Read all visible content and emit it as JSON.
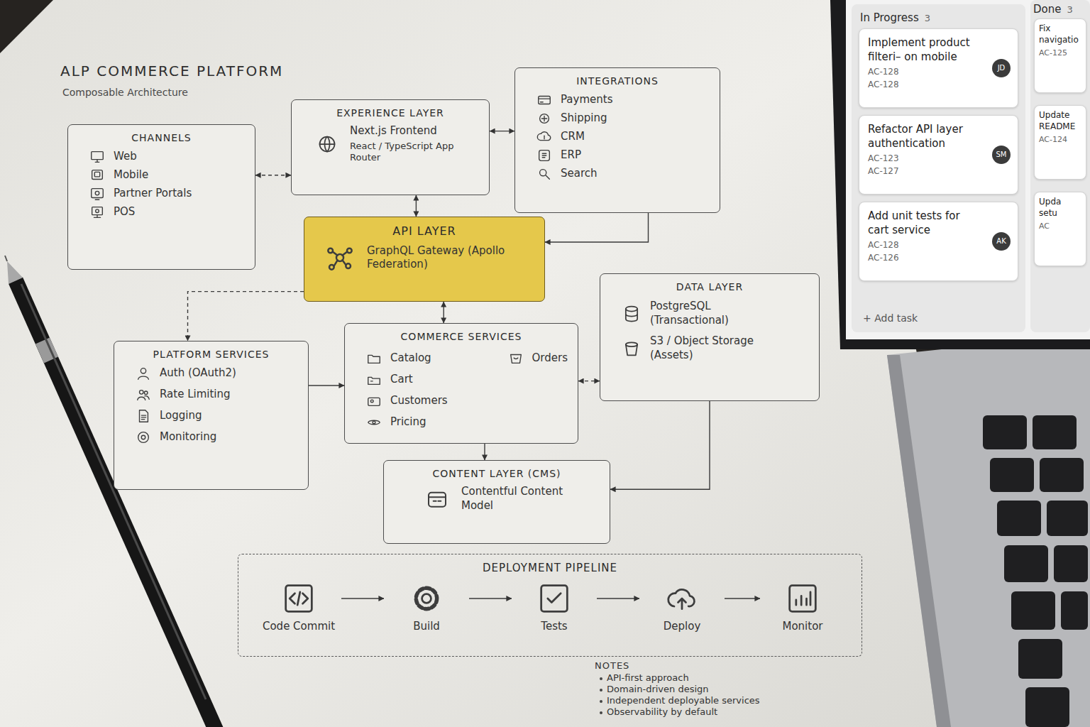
{
  "diagram": {
    "title": "ALP COMMERCE PLATFORM",
    "nodes": [
      {
        "text": [
          "CHANNELS",
          "Web",
          "Mobile",
          "Partner Portals",
          "POS"
        ]
      },
      {
        "text": [
          "EXPERIENCE LAYER",
          "Next.js Frontend",
          "React / TypeScript App Router"
        ]
      },
      {
        "text": [
          "INTEGRATIONS",
          "Payments",
          "Shipping",
          "CRM",
          "ERP",
          "Search"
        ]
      },
      {
        "text": [
          "API LAYER",
          "GraphQL Gateway (Apollo Federation)"
        ]
      },
      {
        "text": [
          "PLATFORM SERVICES",
          "Auth (OAuth2)",
          "Rate Limiting",
          "Logging",
          "Monitoring"
        ]
      },
      {
        "text": [
          "COMMERCE SERVICES",
          "Catalog",
          "Cart",
          "Customers",
          "Pricing",
          "Orders"
        ]
      },
      {
        "text": [
          "DATA LAYER",
          "PostgreSQL (Transactional)",
          "S3 / Object Storage (Assets)"
        ]
      },
      {
        "text": [
          "CONTENT LAYER (CMS)",
          "Contentful Content Model"
        ]
      },
      {
        "text": [
          "DEPLOYMENT PIPELINE"
        ]
      },
      {
        "text": [
          "Code Commit"
        ],
        "in": 8
      },
      {
        "text": [
          "Build"
        ],
        "in": 8
      },
      {
        "text": [
          "Tests"
        ],
        "in": 8
      },
      {
        "text": [
          "Deploy"
        ],
        "in": 8
      },
      {
        "text": [
          "Monitor"
        ],
        "in": 8
      },
      {
        "text": [
          "In Progress",
          "3",
          "+ Add task"
        ]
      },
      {
        "text": [
          "Implement product filteri– on mobile",
          "AC-128",
          "AC-128",
          "JD"
        ],
        "in": 14
      },
      {
        "text": [
          "Refactor API layer authentication",
          "AC-123",
          "AC-127",
          "SM"
        ],
        "in": 14
      },
      {
        "text": [
          "Add unit tests for cart service",
          "AC-128",
          "AC-126",
          "AK"
        ],
        "in": 14
      },
      {
        "text": [
          "Done",
          "3"
        ]
      },
      {
        "text": [
          "Fix navigatio",
          "AC-125"
        ],
        "in": 18
      },
      {
        "text": [
          "Update README",
          "AC-124"
        ],
        "in": 18
      },
      {
        "text": [
          "Upda setu",
          "AC"
        ],
        "in": 18
      }
    ],
    "edges": [
      {
        "from": 0,
        "to": 1,
        "arrow": "both"
      },
      {
        "from": 1,
        "to": 2,
        "arrow": "both"
      },
      {
        "from": 1,
        "to": 3,
        "arrow": "both"
      },
      {
        "from": 2,
        "to": 3,
        "arrow": "to"
      },
      {
        "from": 3,
        "to": 5,
        "arrow": "both"
      },
      {
        "from": 3,
        "to": 4,
        "arrow": "to"
      },
      {
        "from": 4,
        "to": 5,
        "arrow": "to"
      },
      {
        "from": 5,
        "to": 6,
        "arrow": "both"
      },
      {
        "from": 5,
        "to": 7,
        "arrow": "to"
      },
      {
        "from": 6,
        "to": 7,
        "arrow": "to"
      },
      {
        "from": 9,
        "to": 10,
        "arrow": "to"
      },
      {
        "from": 10,
        "to": 11,
        "arrow": "to"
      },
      {
        "from": 11,
        "to": 12,
        "arrow": "to"
      },
      {
        "from": 12,
        "to": 13,
        "arrow": "to"
      }
    ],
    "labels": [
      "Composable Architecture",
      "NOTES",
      "API-first approach",
      "Domain-driven design",
      "Independent deployable services",
      "Observability by default"
    ]
  }
}
